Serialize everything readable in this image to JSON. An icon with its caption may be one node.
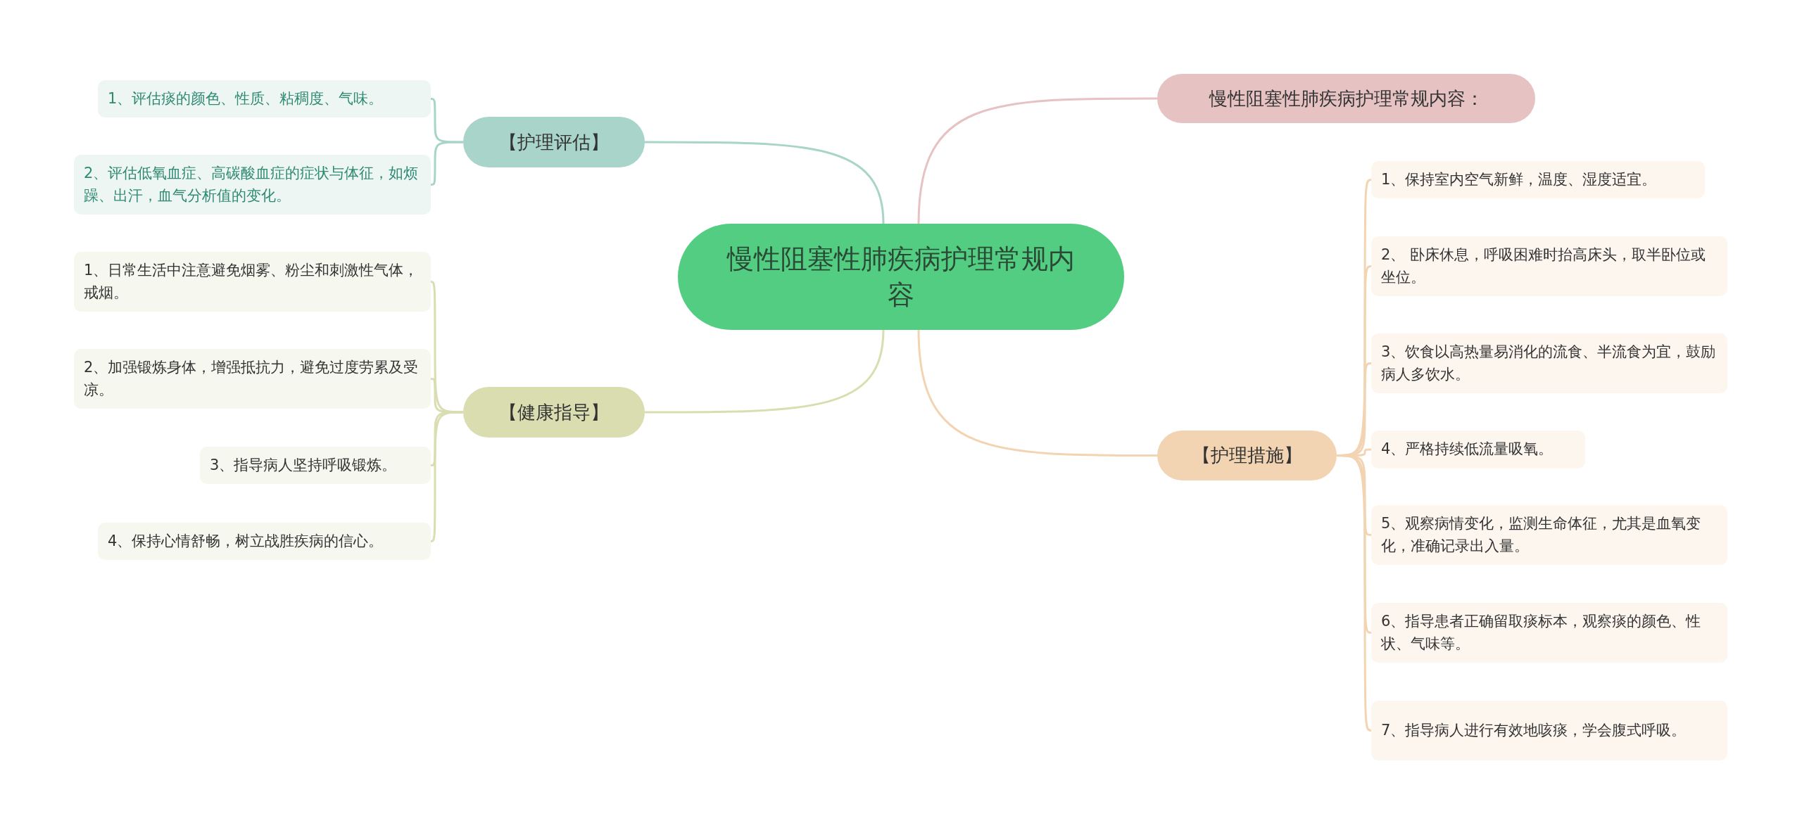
{
  "diagram": {
    "nodes": [
      {
        "text": [
          "慢性阻塞性肺疾病护理常规内容"
        ]
      },
      {
        "text": [
          "【护理评估】"
        ]
      },
      {
        "text": [
          "1、评估痰的颜色、性质、粘稠度、气味。"
        ]
      },
      {
        "text": [
          "2、评估低氧血症、高碳酸血症的症状与体征，如烦躁、出汗，血气分析值的变化。"
        ]
      },
      {
        "text": [
          "【健康指导】"
        ]
      },
      {
        "text": [
          "1、日常生活中注意避免烟雾、粉尘和刺激性气体，戒烟。"
        ]
      },
      {
        "text": [
          "2、加强锻炼身体，增强抵抗力，避免过度劳累及受凉。"
        ]
      },
      {
        "text": [
          "3、指导病人坚持呼吸锻炼。"
        ]
      },
      {
        "text": [
          "4、保持心情舒畅，树立战胜疾病的信心。"
        ]
      },
      {
        "text": [
          "慢性阻塞性肺疾病护理常规内容："
        ]
      },
      {
        "text": [
          "【护理措施】"
        ]
      },
      {
        "text": [
          "1、保持室内空气新鲜，温度、湿度适宜。"
        ]
      },
      {
        "text": [
          "2、 卧床休息，呼吸困难时抬高床头，取半卧位或坐位。"
        ]
      },
      {
        "text": [
          "3、饮食以高热量易消化的流食、半流食为宜，鼓励病人多饮水。"
        ]
      },
      {
        "text": [
          "4、严格持续低流量吸氧。"
        ]
      },
      {
        "text": [
          "5、观察病情变化，监测生命体征，尤其是血氧变化，准确记录出入量。"
        ]
      },
      {
        "text": [
          "6、指导患者正确留取痰标本，观察痰的颜色、性状、气味等。"
        ]
      },
      {
        "text": [
          "7、指导病人进行有效地咳痰，学会腹式呼吸。"
        ]
      }
    ],
    "edges": [
      {
        "from": 0,
        "to": 1,
        "arrow": "none",
        "color": "#a9d4c9"
      },
      {
        "from": 1,
        "to": 2,
        "arrow": "none",
        "color": "#a9d4c9"
      },
      {
        "from": 1,
        "to": 3,
        "arrow": "none",
        "color": "#a9d4c9"
      },
      {
        "from": 0,
        "to": 4,
        "arrow": "none",
        "color": "#d9ddb0"
      },
      {
        "from": 4,
        "to": 5,
        "arrow": "none",
        "color": "#d9ddb0"
      },
      {
        "from": 4,
        "to": 6,
        "arrow": "none",
        "color": "#d9ddb0"
      },
      {
        "from": 4,
        "to": 7,
        "arrow": "none",
        "color": "#d9ddb0"
      },
      {
        "from": 4,
        "to": 8,
        "arrow": "none",
        "color": "#d9ddb0"
      },
      {
        "from": 0,
        "to": 9,
        "arrow": "none",
        "color": "#e6c2c2"
      },
      {
        "from": 0,
        "to": 10,
        "arrow": "none"
      },
      {
        "from": 10,
        "to": 11,
        "arrow": "none"
      },
      {
        "from": 10,
        "to": 12,
        "arrow": "none"
      },
      {
        "from": 10,
        "to": 13,
        "arrow": "none"
      },
      {
        "from": 10,
        "to": 14,
        "arrow": "none"
      },
      {
        "from": 10,
        "to": 15,
        "arrow": "none"
      },
      {
        "from": 10,
        "to": 16,
        "arrow": "none"
      },
      {
        "from": 10,
        "to": 17,
        "arrow": "none"
      }
    ]
  }
}
